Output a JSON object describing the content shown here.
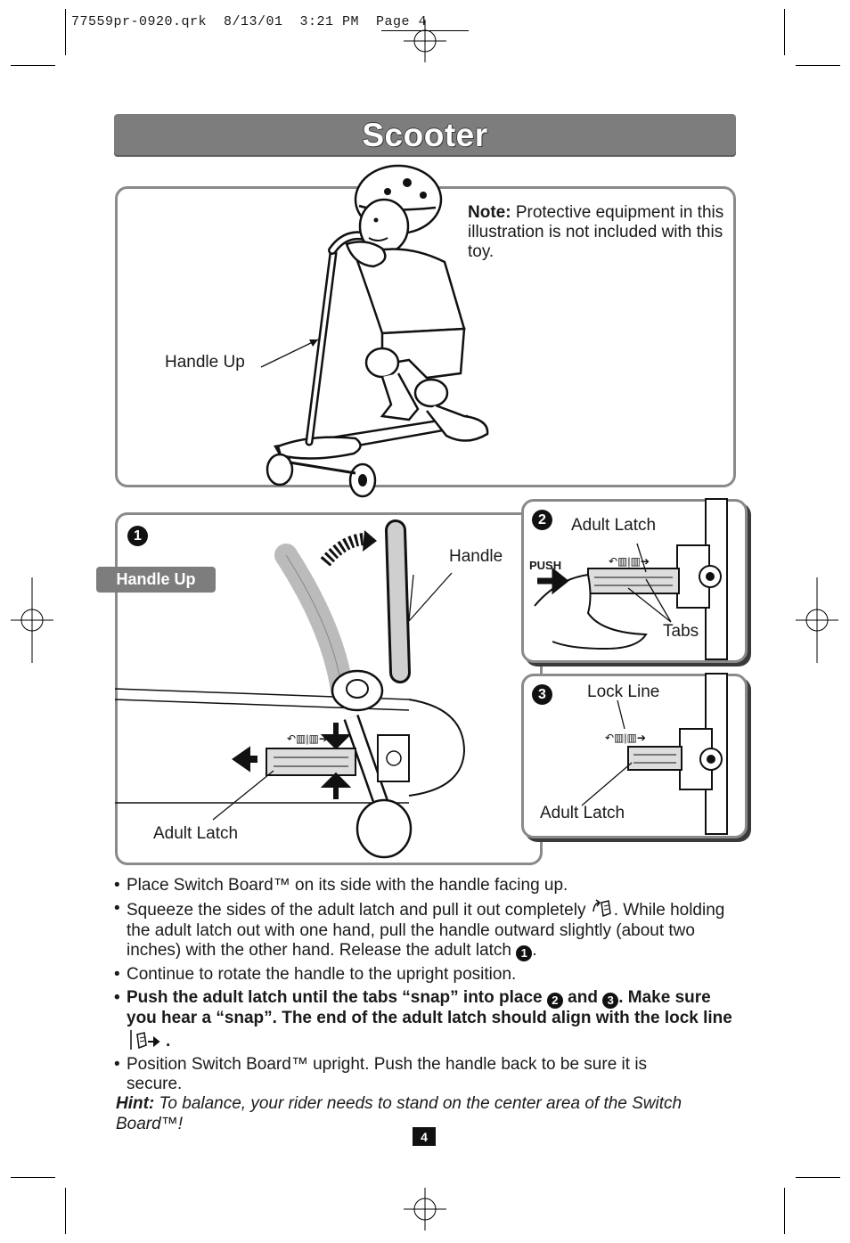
{
  "slug": {
    "text": "77559pr-0920.qrk  8/13/01  3:21 PM  Page 4"
  },
  "title": "Scooter",
  "top_panel": {
    "note_label": "Note:",
    "note_text": " Protective equipment in this illustration is not included with this toy.",
    "handle_up_label": "Handle Up"
  },
  "step1": {
    "number": "1",
    "tag": "Handle Up",
    "handle_label": "Handle",
    "adult_latch_label": "Adult Latch"
  },
  "step2": {
    "number": "2",
    "adult_latch_label": "Adult Latch",
    "push_label": "PUSH",
    "tabs_label": "Tabs"
  },
  "step3": {
    "number": "3",
    "lock_line_label": "Lock Line",
    "adult_latch_label": "Adult Latch"
  },
  "instructions": {
    "bullet": "•",
    "b1": "Place Switch Board™ on its side with the handle facing up.",
    "b2a": "Squeeze the sides of the adult latch and pull it out completely",
    "b2b": ". While holding the adult latch out with one hand, pull the handle outward slightly (about two inches) with the other hand. Release the adult latch",
    "b2_num": "1",
    "b2c": ".",
    "b3": "Continue to rotate the handle to the upright position.",
    "b4a": "Push the adult latch until the tabs “snap” into place",
    "b4_num2": "2",
    "b4_and": " and ",
    "b4_num3": "3",
    "b4b": ". Make sure you hear a “snap”. The end of the adult latch should align with the lock line",
    "b4c": ".",
    "b5": "Position Switch Board™ upright. Push the handle back to be sure it is secure."
  },
  "hint": {
    "label": "Hint:",
    "text": " To balance, your rider needs to stand on the center area of the Switch Board™!"
  },
  "page_number": "4"
}
